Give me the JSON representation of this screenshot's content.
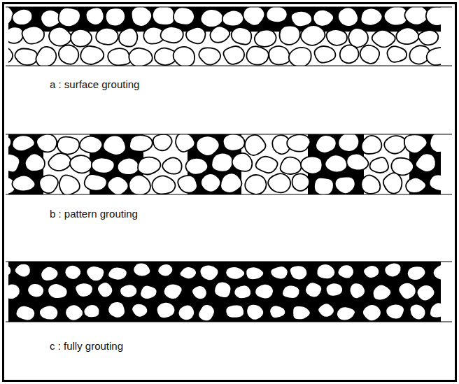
{
  "diagram": {
    "labels": [
      "a : surface grouting",
      "b : pattern grouting",
      "c : fully grouting"
    ]
  }
}
